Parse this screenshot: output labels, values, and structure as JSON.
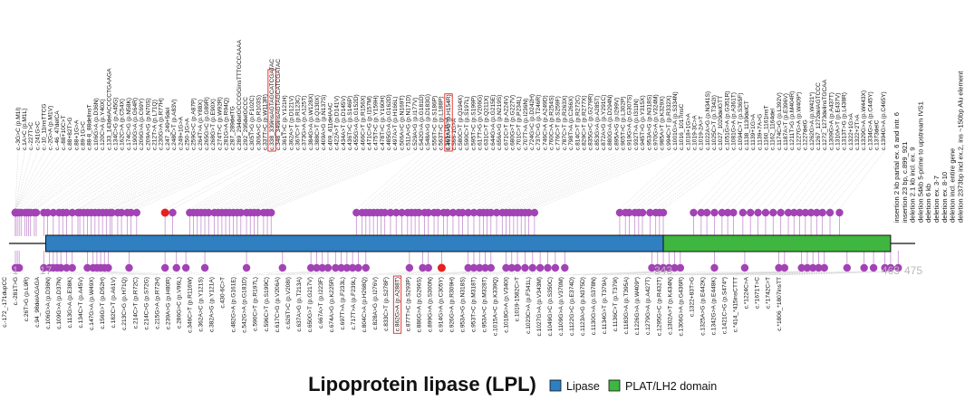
{
  "figure": {
    "title": "Lipoprotein lipase (LPL)",
    "protein_length": 475,
    "ticks": [
      1,
      17,
      343,
      463,
      475
    ],
    "domains": [
      {
        "name": "Lipase",
        "start": 17,
        "end": 343,
        "color": "#2f7fc1"
      },
      {
        "name": "PLAT/LH2 domain",
        "start": 343,
        "end": 463,
        "color": "#3fb63f"
      }
    ],
    "lollipop_color": "#a243b5",
    "highlight_color": "#e8201e",
    "box_color": "#e8201e"
  },
  "top_variants": [
    [
      "c.-3G>C (p.M1I)",
      1,
      0
    ],
    [
      "c.1A>C (p.M1L)",
      1,
      0
    ],
    [
      "c.-227T>C",
      1,
      0
    ],
    [
      "c.-241G>C",
      1,
      0
    ],
    [
      "c.-10_11insTTCG",
      1,
      0
    ],
    [
      "c.-2G>A (p.M1V)",
      1,
      0
    ],
    [
      "c.-46_47delCA",
      1,
      0
    ],
    [
      "c.-88+10C>T",
      2,
      0
    ],
    [
      "c.88+82T>G",
      3,
      0
    ],
    [
      "c.88+1G>A",
      4,
      0
    ],
    [
      "c.89-1G>C",
      6,
      0
    ],
    [
      "c.88-8_88delinsT",
      7,
      0
    ],
    [
      "c.106G>A (p.D36N)",
      8,
      0
    ],
    [
      "c.120C>A (p.Y40X)",
      9,
      0
    ],
    [
      "c.133_143delACCCCTGAAGA",
      11,
      0
    ],
    [
      "c.134C>G (p.A45G)",
      12,
      0
    ],
    [
      "c.162C>A (p.C54X)",
      16,
      0
    ],
    [
      "c.174C>G (p.N58K)",
      18,
      0
    ],
    [
      "c.190G>A (p.G64R)",
      21,
      0
    ],
    [
      "c.206G>A (p.C69Y)",
      24,
      0
    ],
    [
      "c.209A>G (p.N70S)",
      26,
      0
    ],
    [
      "c.212T>A (p.L71Q)",
      28,
      0
    ],
    [
      "c.230G>A (p.R77H)",
      31,
      0
    ],
    [
      "c.247_249+5del",
      34,
      0
    ],
    [
      "c.248C>T (p.A83V)",
      35,
      0
    ],
    [
      "c.249+1G>A",
      37,
      0
    ],
    [
      "c.250-1G>A",
      39,
      0
    ],
    [
      "c.259G>C (p.A87P)",
      41,
      0
    ],
    [
      "c.264T>A (p.Y88X)",
      43,
      0
    ],
    [
      "c.265G>C (p.G89R)",
      45,
      0
    ],
    [
      "c.268G>T (p.E90X)",
      47,
      0
    ],
    [
      "c.274T>C (p.W92R)",
      49,
      0
    ],
    [
      "c.281G>A (p.R94Q)",
      51,
      0
    ],
    [
      "c.287_289delTG",
      52,
      0
    ],
    [
      "c.289_294delGCCCGGinsTTTGCCAAAA",
      55,
      0
    ],
    [
      "c.292_295delGCCC",
      57,
      0
    ],
    [
      "c.305T>G (p.F102C)",
      60,
      0
    ],
    [
      "c.306A>C (p.R103S)",
      62,
      0
    ],
    [
      "c.337T>C (p.W113R)",
      65,
      0
    ],
    [
      "c.338_339insAGTAGCATCGATAC",
      80,
      1
    ],
    [
      "c.348_349insAGTAGCATCGATAC",
      84,
      0
    ],
    [
      "c.361T>C (p.Y121H)",
      93,
      0
    ],
    [
      "c.362A>T (p.D121V)",
      95,
      0
    ],
    [
      "c.367C>T (p.R123C)",
      97,
      0
    ],
    [
      "c.373G>A (p.A125T)",
      99,
      0
    ],
    [
      "c.384G>A (p.W128X)",
      101,
      0
    ],
    [
      "c.388C>T (p.Q130X)",
      103,
      0
    ],
    [
      "c.409A>G (p.N137S)",
      106,
      0
    ],
    [
      "c.409_411delAAC",
      108,
      0
    ],
    [
      "c.422A>T (p.D141V)",
      110,
      0
    ],
    [
      "c.434A>T (p.D145V)",
      112,
      0
    ],
    [
      "c.436T>C (p.S146P)",
      114,
      0
    ],
    [
      "c.455G>A (p.G152D)",
      116,
      0
    ],
    [
      "c.466C>T (p.R156X)",
      118,
      0
    ],
    [
      "c.471C>G (p.I157M)",
      120,
      0
    ],
    [
      "c.475T>C (p.Y159H)",
      123,
      0
    ],
    [
      "c.478T>C (p.Y160H)",
      125,
      0
    ],
    [
      "c.485G>A (p.G162D)",
      127,
      0
    ],
    [
      "c.497A>T (p.H166L)",
      129,
      0
    ],
    [
      "c.506A>C (p.N169T)",
      132,
      0
    ],
    [
      "c.511A>G (p.N171D)",
      134,
      0
    ],
    [
      "c.529A>G (p.I177V)",
      136,
      0
    ],
    [
      "c.542G>A (p.G181D)",
      181,
      0
    ],
    [
      "c.548A>G (p.D183G)",
      184,
      0
    ],
    [
      "c.556T>C (p.S186P)",
      186,
      0
    ],
    [
      "c.563T>C (p.L188P)",
      188,
      0
    ],
    [
      "c.565+1G>A",
      190,
      0
    ],
    [
      "c.566-1G>A",
      192,
      0
    ],
    [
      "c.580C>T (p.Q194X)",
      194,
      0
    ],
    [
      "c.590C>T (p.S197L)",
      196,
      0
    ],
    [
      "c.595T>C (p.S199P)",
      199,
      0
    ],
    [
      "c.617T>G (p.V206G)",
      202,
      0
    ],
    [
      "c.631C>T (p.Q211X)",
      205,
      0
    ],
    [
      "c.644G>A (p.G215E)",
      208,
      0
    ],
    [
      "c.656A>G (p.N219S)",
      210,
      0
    ],
    [
      "c.671C>T (p.A224V)",
      212,
      0
    ],
    [
      "c.680G>T (p.G227V)",
      214,
      0
    ],
    [
      "c.701C>T (p.P234L)",
      217,
      0
    ],
    [
      "c.707T>A (p.I236N)",
      219,
      0
    ],
    [
      "c.724G>C (p.D242H)",
      222,
      0
    ],
    [
      "c.737C>G (p.T246R)",
      224,
      0
    ],
    [
      "c.746C>A (p.A249D)",
      227,
      0
    ],
    [
      "c.760C>A (p.R254S)",
      229,
      0
    ],
    [
      "c.776C>T (p.S259F)",
      232,
      0
    ],
    [
      "c.787C>T (p.R263X)",
      235,
      0
    ],
    [
      "c.798T>A (p.C266X)",
      237,
      0
    ],
    [
      "c.814C>T (p.R272C)",
      240,
      0
    ],
    [
      "c.829C>T (p.R277X)",
      243,
      0
    ],
    [
      "c.835G>C (p.G279R)",
      246,
      0
    ],
    [
      "c.853G>A (p.A285T)",
      248,
      0
    ],
    [
      "c.872A>G (p.Y291C)",
      250,
      0
    ],
    [
      "c.880G>A (p.D294N)",
      252,
      0
    ],
    [
      "c.895A>G (p.I299V)",
      255,
      0
    ],
    [
      "c.905T>C (p.L302P)",
      258,
      0
    ],
    [
      "c.919G>A (p.G307S)",
      260,
      0
    ],
    [
      "c.932T>A (p.I311N)",
      262,
      0
    ],
    [
      "c.945T>G (p.Y315X)",
      264,
      0
    ],
    [
      "c.953A>G (p.N318S)",
      266,
      0
    ],
    [
      "c.970G>A (p.V324M)",
      268,
      0
    ],
    [
      "c.985A>T (p.K329X)",
      270,
      0
    ],
    [
      "c.994C>T (p.R332X)",
      272,
      0
    ],
    [
      "c.1001G>A (p.S334N)",
      275,
      0
    ],
    [
      "c.1016_1017insC",
      320,
      0
    ],
    [
      "c.1018+1G>A",
      323,
      0
    ],
    [
      "c.1019-3C>A",
      325,
      0
    ],
    [
      "c.1019-2A>T",
      328,
      0
    ],
    [
      "c.1022A>G (p.N341S)",
      330,
      0
    ],
    [
      "c.1025C>T (p.T342I)",
      332,
      0
    ],
    [
      "c.1027_1029delGTT",
      336,
      0
    ],
    [
      "c.1051G>A (p.G351R)",
      339,
      0
    ],
    [
      "c.1081G>A (p.A361T)",
      341,
      0
    ],
    [
      "c.1094C>T (p.S365F)",
      343,
      0
    ],
    [
      "c.1138_1139delCT",
      359,
      0
    ],
    [
      "c.1139+1G>A",
      363,
      0
    ],
    [
      "c.1139+7A>G",
      366,
      0
    ],
    [
      "c.1160_1161insT",
      370,
      0
    ],
    [
      "c.1162_1164del",
      374,
      0
    ],
    [
      "c.1174C>G (p.L392V)",
      377,
      0
    ],
    [
      "c.1187A>T (p.E396V)",
      380,
      0
    ],
    [
      "c.1211T>G (p.M404R)",
      385,
      0
    ],
    [
      "c.1227G>A (p.W409*)",
      389,
      0
    ],
    [
      "c.1227delG",
      393,
      0
    ],
    [
      "c.1262G>A (p.W421*)",
      397,
      0
    ],
    [
      "c.1267_1272delAGTCCC",
      401,
      0
    ],
    [
      "c.1272_1273delinsTGCAA",
      405,
      0
    ],
    [
      "c.1309G>A (p.A437T)",
      409,
      0
    ],
    [
      "c.1310A>T (p.E437V)",
      412,
      0
    ],
    [
      "c.1313T>G (p.L438R)",
      415,
      0
    ],
    [
      "c.1322+1G>A",
      418,
      0
    ],
    [
      "c.1322+2T>A",
      421,
      0
    ],
    [
      "c.1329G>A (p.W443X)",
      424,
      0
    ],
    [
      "c.1334G>A (p.C445Y)",
      427,
      0
    ],
    [
      "c.1373delC",
      431,
      0
    ],
    [
      "c.1394G>A (p.C465Y)",
      436,
      0
    ]
  ],
  "bottom_variants": [
    [
      "c.-172_-171dupCC",
      1,
      0
    ],
    [
      "c.-281T>G",
      2,
      0
    ],
    [
      "c.26T>G (p.L9R)",
      3,
      0
    ],
    [
      "c.94_98delAGAGA",
      16,
      0
    ],
    [
      "c.106G>A (p.D36N)",
      19,
      0
    ],
    [
      "c.109G>A (p.D37N)",
      21,
      0
    ],
    [
      "c.113G>A (p.E38K)",
      23,
      0
    ],
    [
      "c.134C>T (p.A45V)",
      25,
      0
    ],
    [
      "c.147G>A (p.W49X)",
      28,
      0
    ],
    [
      "c.156G>T (p.D52H)",
      31,
      0
    ],
    [
      "c.182C>T (p.A61V)",
      39,
      0
    ],
    [
      "c.213C>G (p.H71Q)",
      42,
      0
    ],
    [
      "c.214C>T (p.R72C)",
      44,
      0
    ],
    [
      "c.214C>G (p.S72G)",
      46,
      0
    ],
    [
      "c.215G>A (p.R72H)",
      48,
      0
    ],
    [
      "c.239A>G (p.H80R)",
      50,
      0
    ],
    [
      "c.286G>C (p.V96L)",
      61,
      0
    ],
    [
      "c.346C>T (p.R116W)",
      80,
      0
    ],
    [
      "c.362A>C (p.Y121S)",
      86,
      0
    ],
    [
      "c.382A>G (p.Y121A)",
      91,
      0
    ],
    [
      "c.430-6C>T",
      101,
      0
    ],
    [
      "c.482G>A (p.G161E)",
      123,
      0
    ],
    [
      "c.542G>A (p.G181D)",
      142,
      0
    ],
    [
      "c.590C>T (p.R197L)",
      157,
      0
    ],
    [
      "c.596C>T (p.S199C)",
      160,
      0
    ],
    [
      "c.617C>G (p.V206A)",
      163,
      0
    ],
    [
      "c.626T>C (p.V208I)",
      166,
      0
    ],
    [
      "c.637A>G (p.T213A)",
      170,
      0
    ],
    [
      "c.650G>T (p.G217V)",
      173,
      0
    ],
    [
      "c.667A>T (p.I223F)",
      176,
      0
    ],
    [
      "c.674A>G (p.K225R)",
      179,
      0
    ],
    [
      "c.697T>A (p.F233L)",
      182,
      0
    ],
    [
      "c.717T>A (p.F239L)",
      186,
      0
    ],
    [
      "c.804C>A (p.H268Q)",
      209,
      0
    ],
    [
      "c.828A>G (p.I276V)",
      216,
      0
    ],
    [
      "c.833C>T (p.S278F)",
      219,
      0
    ],
    [
      "c.862G>A (p.A288T)",
      226,
      1
    ],
    [
      "c.877T>C (p.S293P)",
      240,
      0
    ],
    [
      "c.886G>A (p.G296S)",
      243,
      0
    ],
    [
      "c.899G>A (p.S300N)",
      246,
      0
    ],
    [
      "c.914G>A (p.C305Y)",
      249,
      0
    ],
    [
      "c.926G>A (p.R309H)",
      252,
      0
    ],
    [
      "c.953A>G (p.N318S)",
      260,
      0
    ],
    [
      "c.953T>C (p.M318T)",
      263,
      0
    ],
    [
      "c.953A>C (p.M328T)",
      266,
      0
    ],
    [
      "c.1015A>C (p.K339Q)",
      270,
      0
    ],
    [
      "c.1018G>A (p.V340I)",
      274,
      0
    ],
    [
      "c.1019-1582C>T",
      278,
      0
    ],
    [
      "c.1023C>A (p.F341L)",
      282,
      0
    ],
    [
      "c.1027G>A (p.V343M)",
      286,
      0
    ],
    [
      "c.1049G>C (p.S350C)",
      291,
      0
    ],
    [
      "c.1109G>A (p.V370M)",
      337,
      0
    ],
    [
      "c.1122G>C (p.E374D)",
      340,
      0
    ],
    [
      "c.1123A>G (p.N375D)",
      343,
      0
    ],
    [
      "c.1130G>A (p.S378N)",
      346,
      0
    ],
    [
      "c.1134G>T (p.T379A)",
      349,
      0
    ],
    [
      "c.1136C>T (p.T379I)",
      352,
      0
    ],
    [
      "c.1183G>A (p.T395A)",
      370,
      0
    ],
    [
      "c.1226G>A (p.W409*)",
      386,
      0
    ],
    [
      "c.1279G>A (p.A427T)",
      404,
      0
    ],
    [
      "c.1295G>C (p.R432T)",
      407,
      0
    ],
    [
      "c.1302A>T (p.K434N)",
      416,
      0
    ],
    [
      "c.1306G>A (p.G436R)",
      419,
      0
    ],
    [
      "c.1322+83T>G",
      422,
      0
    ],
    [
      "c.1325A>G (p.E442K)",
      425,
      0
    ],
    [
      "c.1342G>A (p.E448K)",
      428,
      0
    ],
    [
      "c.1421C>G (p.S474*)",
      440,
      0
    ],
    [
      "c.*414_*415insCTTT",
      449,
      0
    ],
    [
      "c.*1224C>A",
      454,
      0
    ],
    [
      "c.*1671T>C",
      460,
      0
    ],
    [
      "c.*1742C>T",
      463,
      0
    ],
    [
      "c.*1806_*1807insTT",
      467,
      0
    ]
  ],
  "box_labels": [
    "c.461A>G (p.H154R)",
    "c.862G>A (p.A288T)"
  ],
  "far_right_labels": [
    "insertion 2 kb partial ex. 6 and intr. 6",
    "insertion 23 bp, c.899_921",
    "deletion 2.1 kb incl. ex. 9",
    "deletion 54kb 5-prime to upstream IVS1",
    "deletion 6 kb",
    "deletion ex. 3-7",
    "deletion ex. 8-10",
    "deletion incl. entire gene",
    "deletion 2373bp incl ex.2, ins ~150bp Alu element"
  ]
}
